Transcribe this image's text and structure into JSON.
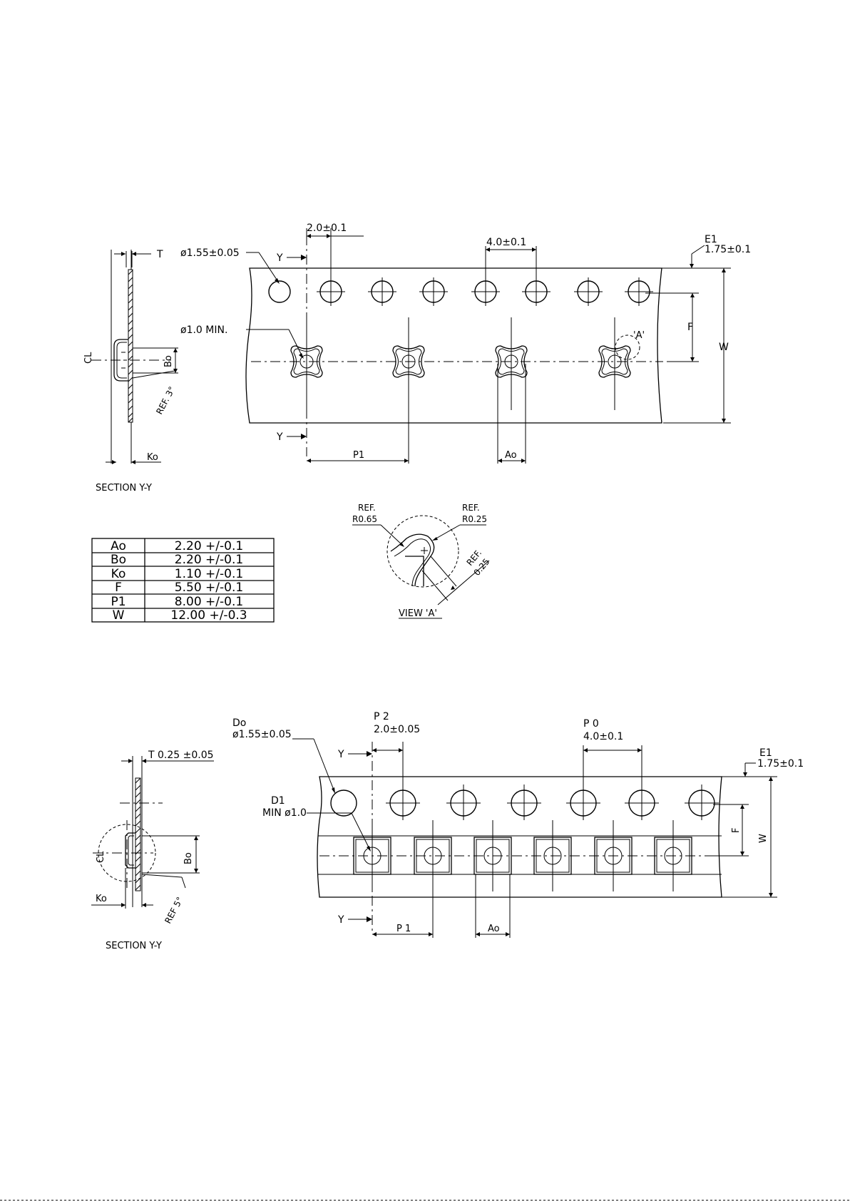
{
  "top_drawing": {
    "dim_hole_spacing_half": "2.0±0.1",
    "dim_pitch": "4.0±0.1",
    "dim_e1_label": "E1",
    "dim_e1_value": "1.75±0.1",
    "dim_sprocket_dia": "ø1.55±0.05",
    "dim_pocket_hole": "ø1.0 MIN.",
    "label_y_top": "Y",
    "label_y_bottom": "Y",
    "label_f": "F",
    "label_w": "W",
    "label_p1": "P1",
    "label_ao": "Ao",
    "label_view_marker": "'A'",
    "section_label_t": "T",
    "section_label_bo": "Bo",
    "section_label_ko": "Ko",
    "section_label_cl": "CL",
    "section_ref_angle": "REF. 3°",
    "section_title": "SECTION Y-Y"
  },
  "spec_table": {
    "rows": [
      {
        "name": "Ao",
        "value": "2.20 +/-0.1"
      },
      {
        "name": "Bo",
        "value": "2.20 +/-0.1"
      },
      {
        "name": "Ko",
        "value": "1.10 +/-0.1"
      },
      {
        "name": "F",
        "value": "5.50 +/-0.1"
      },
      {
        "name": "P1",
        "value": "8.00 +/-0.1"
      },
      {
        "name": "W",
        "value": "12.00 +/-0.3"
      }
    ]
  },
  "view_a": {
    "ref_left_1": "REF.",
    "ref_left_2": "R0.65",
    "ref_right_1": "REF.",
    "ref_right_2": "R0.25",
    "ref_diag_1": "REF.",
    "ref_diag_2": "0.25",
    "title": "VIEW 'A'"
  },
  "bottom_drawing": {
    "do_label": "Do",
    "do_value": "ø1.55±0.05",
    "p2_label": "P 2",
    "p2_value": "2.0±0.05",
    "p0_label": "P 0",
    "p0_value": "4.0±0.1",
    "e1_label": "E1",
    "e1_value": "1.75±0.1",
    "d1_label": "D1",
    "d1_value": "MIN ø1.0",
    "label_y_top": "Y",
    "label_y_bottom": "Y",
    "label_f": "F",
    "label_w": "W",
    "label_p1": "P 1",
    "label_ao": "Ao",
    "section_t": "T 0.25 ±0.05",
    "section_bo": "Bo",
    "section_ko": "Ko",
    "section_cl": "CL",
    "section_ref_angle": "REF 5°",
    "section_title": "SECTION Y-Y"
  }
}
